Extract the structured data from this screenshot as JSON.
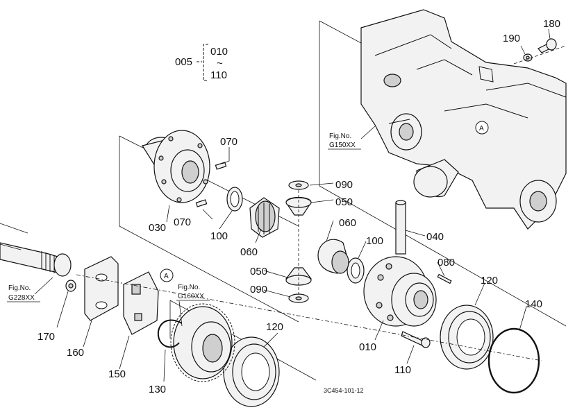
{
  "assembly": {
    "number": "005",
    "range_start": "010",
    "range_sep": "~",
    "range_end": "110"
  },
  "parts": [
    {
      "num": "010"
    },
    {
      "num": "030"
    },
    {
      "num": "040"
    },
    {
      "num": "050a"
    },
    {
      "num": "050b"
    },
    {
      "num": "060a"
    },
    {
      "num": "060b"
    },
    {
      "num": "070a"
    },
    {
      "num": "070b"
    },
    {
      "num": "080"
    },
    {
      "num": "090a"
    },
    {
      "num": "090b"
    },
    {
      "num": "100a"
    },
    {
      "num": "100b"
    },
    {
      "num": "110"
    },
    {
      "num": "120a"
    },
    {
      "num": "120b"
    },
    {
      "num": "130"
    },
    {
      "num": "140"
    },
    {
      "num": "150"
    },
    {
      "num": "160"
    },
    {
      "num": "170"
    },
    {
      "num": "180"
    },
    {
      "num": "190"
    }
  ],
  "labels": {
    "p010": "010",
    "p030": "030",
    "p040": "040",
    "p050a": "050",
    "p050b": "050",
    "p060a": "060",
    "p060b": "060",
    "p070a": "070",
    "p070b": "070",
    "p080": "080",
    "p090a": "090",
    "p090b": "090",
    "p100a": "100",
    "p100b": "100",
    "p110": "110",
    "p120a": "120",
    "p120b": "120",
    "p130": "130",
    "p140": "140",
    "p150": "150",
    "p160": "160",
    "p170": "170",
    "p180": "180",
    "p190": "190"
  },
  "figrefs": {
    "g150_title": "Fig.No.",
    "g150_code": "G150XX",
    "g160_title": "Fig.No.",
    "g160_code": "G160XX",
    "g228_title": "Fig.No.",
    "g228_code": "G228XX"
  },
  "markers": {
    "a_main": "A",
    "a_bracket": "A"
  },
  "drawing_id": "3C454-101-12"
}
